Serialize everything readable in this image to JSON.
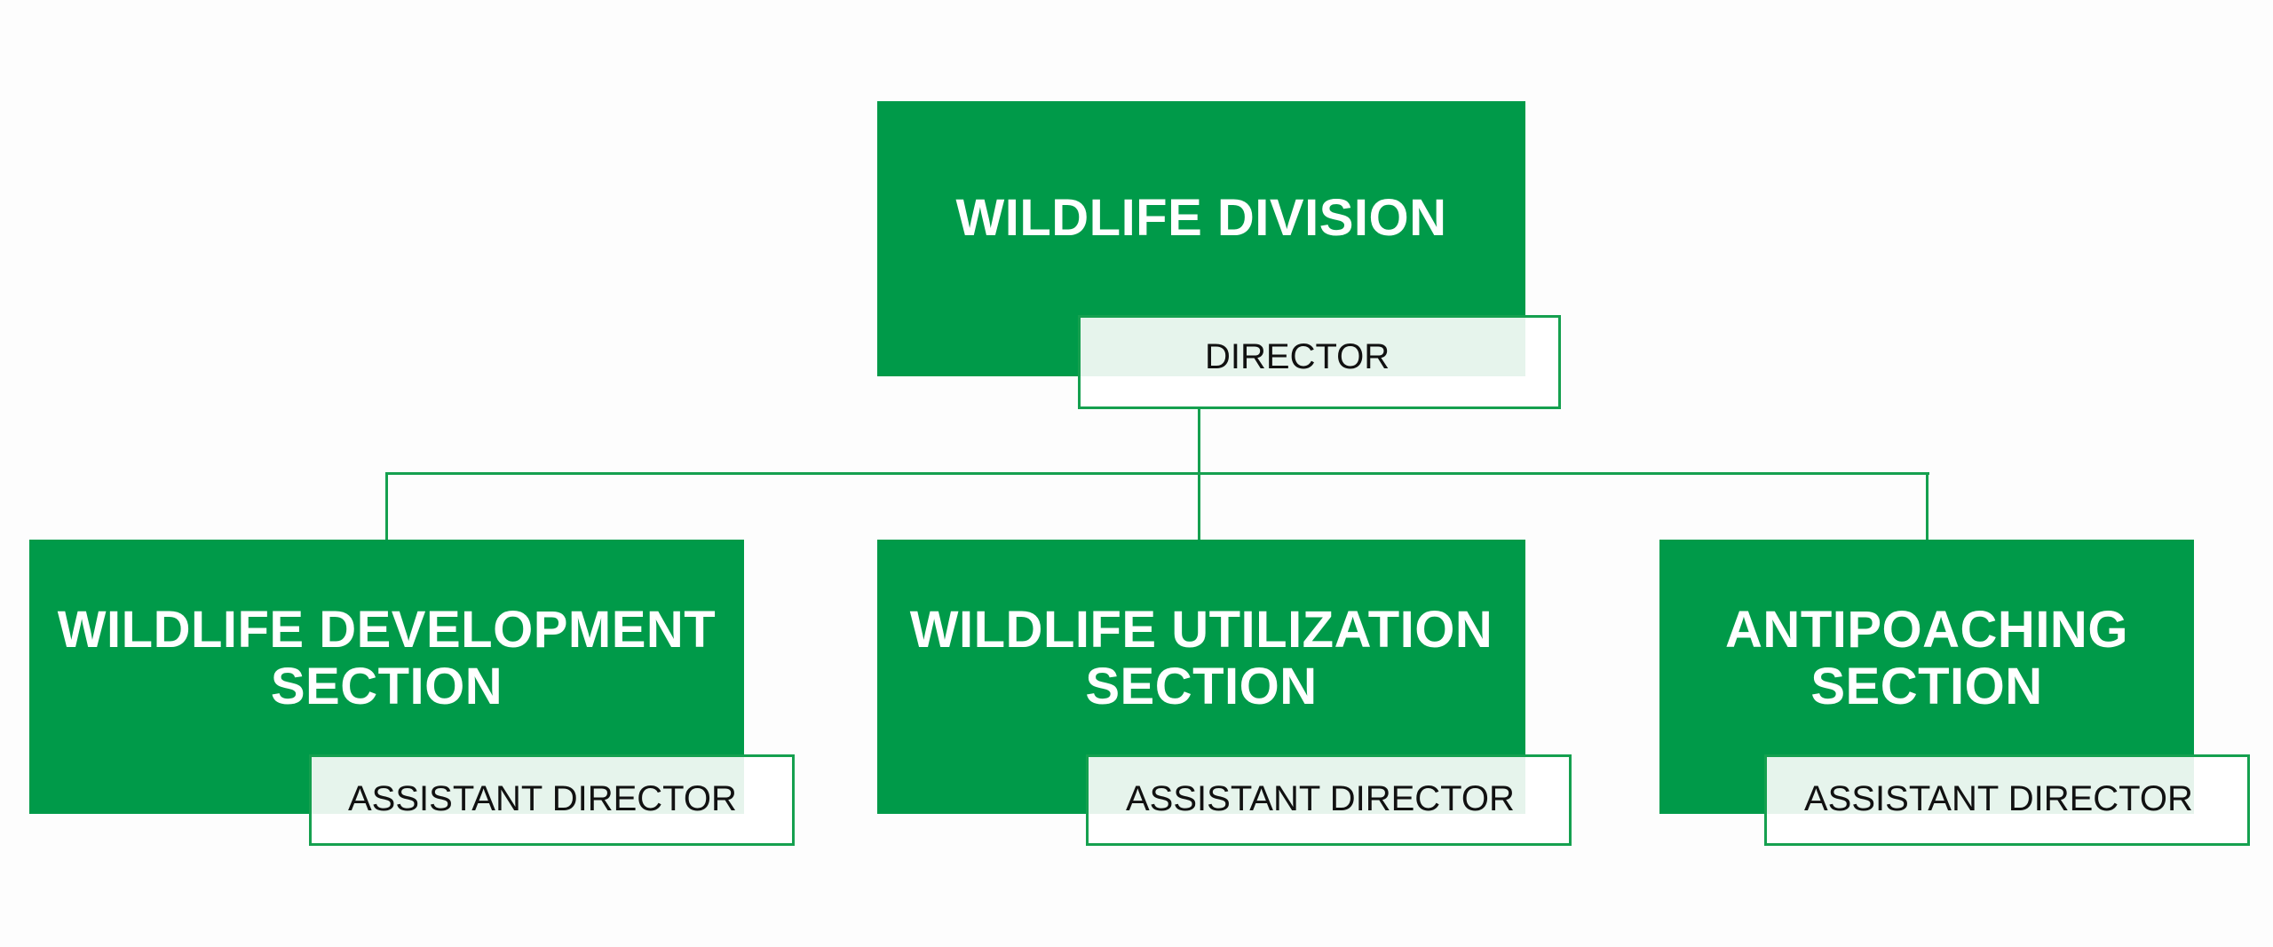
{
  "colors": {
    "primary_green": "#009a49",
    "line_green": "#15a04f",
    "overlap_tint": "#e6f4ec"
  },
  "root": {
    "title": "WILDLIFE DIVISION",
    "role": "DIRECTOR"
  },
  "sections": [
    {
      "title": "WILDLIFE DEVELOPMENT\nSECTION",
      "role": "ASSISTANT DIRECTOR"
    },
    {
      "title": "WILDLIFE UTILIZATION\nSECTION",
      "role": "ASSISTANT DIRECTOR"
    },
    {
      "title": "ANTIPOACHING\nSECTION",
      "role": "ASSISTANT DIRECTOR"
    }
  ]
}
